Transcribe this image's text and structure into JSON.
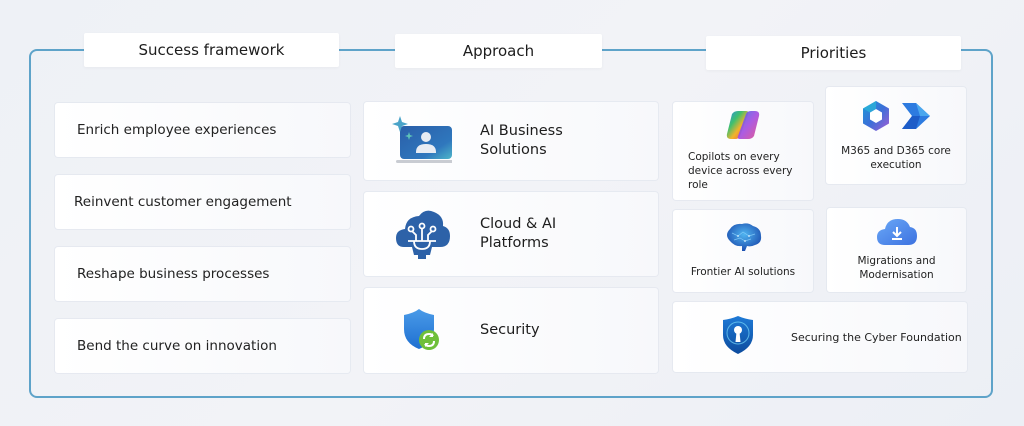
{
  "headers": {
    "success_framework": "Success framework",
    "approach": "Approach",
    "priorities": "Priorities"
  },
  "success_framework": {
    "items": [
      {
        "label": "Enrich employee experiences"
      },
      {
        "label": "Reinvent customer engagement"
      },
      {
        "label": "Reshape business processes"
      },
      {
        "label": "Bend the curve on innovation"
      }
    ]
  },
  "approach": {
    "items": [
      {
        "label": "AI Business Solutions",
        "icon": "laptop-user-sparkle-icon"
      },
      {
        "label": "Cloud & AI Platforms",
        "icon": "cloud-gear-network-icon"
      },
      {
        "label": "Security",
        "icon": "shield-sync-icon"
      }
    ]
  },
  "priorities": {
    "items": [
      {
        "label": "Copilots on every device across every role",
        "icon": "copilot-logo-icon"
      },
      {
        "label": "M365 and D365 core execution",
        "icon": "m365-d365-logos-icon"
      },
      {
        "label": "Frontier AI solutions",
        "icon": "brain-icon"
      },
      {
        "label": "Migrations and Modernisation",
        "icon": "cloud-download-icon"
      },
      {
        "label": "Securing the Cyber Foundation",
        "icon": "shield-keyhole-icon"
      }
    ]
  },
  "colors": {
    "frame_border": "#5ea3c9",
    "accent_blue": "#2f6db5"
  }
}
